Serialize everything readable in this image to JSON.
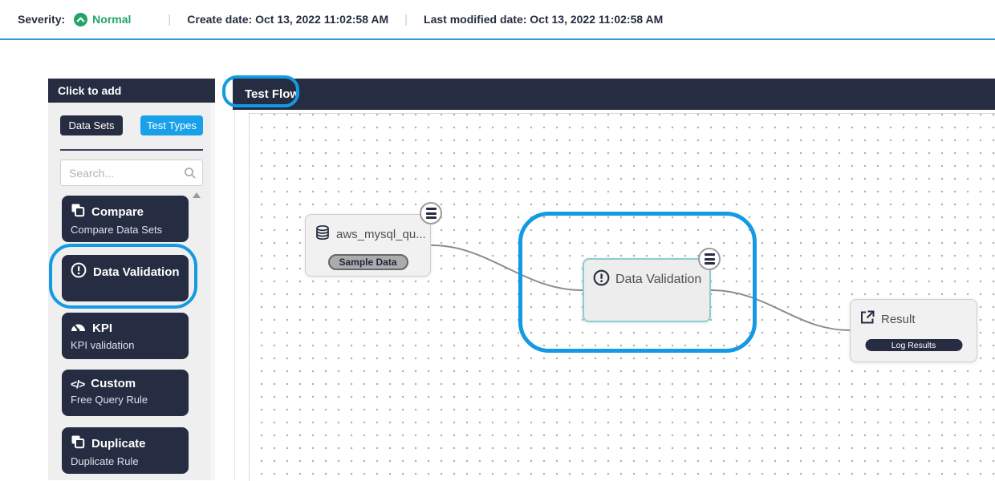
{
  "top_bar": {
    "severity_label": "Severity:",
    "severity_value": "Normal",
    "separator": "|",
    "create_date": "Create date: Oct 13, 2022 11:02:58 AM",
    "last_modified_date": "Last modified date: Oct 13, 2022 11:02:58 AM"
  },
  "sidebar": {
    "header": "Click to add",
    "tabs": [
      {
        "label": "Data Sets",
        "active": false
      },
      {
        "label": "Test Types",
        "active": true
      }
    ],
    "search": {
      "placeholder": "Search..."
    },
    "items": [
      {
        "title": "Compare",
        "subtitle": "Compare Data Sets",
        "icon": "copy-icon",
        "highlighted": false
      },
      {
        "title": "Data Validation",
        "subtitle": "",
        "icon": "exclamation-circle-icon",
        "highlighted": true
      },
      {
        "title": "KPI",
        "subtitle": "KPI validation",
        "icon": "gauge-icon",
        "highlighted": false
      },
      {
        "title": "Custom",
        "subtitle": "Free Query Rule",
        "icon": "code-icon",
        "highlighted": false
      },
      {
        "title": "Duplicate",
        "subtitle": "Duplicate Rule",
        "icon": "copy-icon",
        "highlighted": false
      }
    ]
  },
  "canvas": {
    "header": "Test Flow",
    "nodes": [
      {
        "title": "aws_mysql_qu...",
        "button": "Sample Data",
        "icon": "database-icon",
        "menu": "menu-icon",
        "highlighted": false
      },
      {
        "title": "Data Validation",
        "button": "",
        "icon": "exclamation-circle-icon",
        "menu": "menu-icon",
        "highlighted": true
      },
      {
        "title": "Result",
        "button": "Log Results",
        "icon": "export-icon",
        "menu": "",
        "highlighted": false
      }
    ]
  },
  "icons": {
    "code_glyph": "</>"
  },
  "colors": {
    "navy": "#262c41",
    "highlight_blue": "#139ae2",
    "tab_active_blue": "#18a0e8",
    "severity_green": "#21a564",
    "topbar_border": "#2f9cd0",
    "connector_gray": "#8c8c8c"
  }
}
